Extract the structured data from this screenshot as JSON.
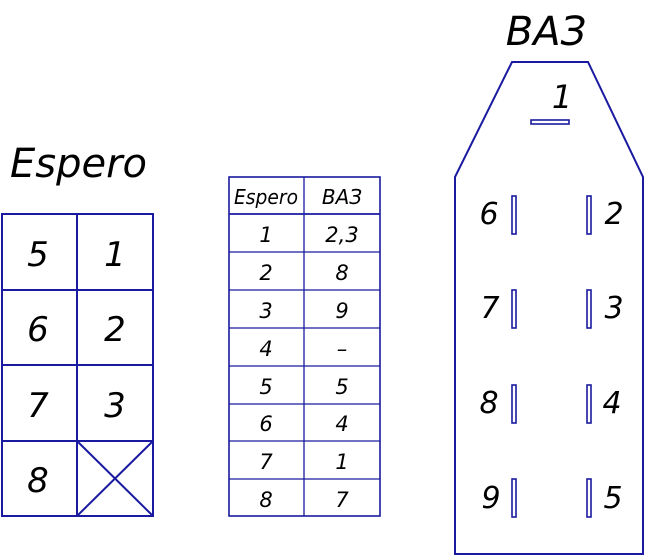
{
  "espero_connector": {
    "title": "Espero",
    "cells": [
      {
        "left": "5",
        "right": "1"
      },
      {
        "left": "6",
        "right": "2"
      },
      {
        "left": "7",
        "right": "3"
      },
      {
        "left": "8",
        "right": ""
      }
    ]
  },
  "mapping_table": {
    "headers": [
      "Espero",
      "ВАЗ"
    ],
    "rows": [
      [
        "1",
        "2,3"
      ],
      [
        "2",
        "8"
      ],
      [
        "3",
        "9"
      ],
      [
        "4",
        "–"
      ],
      [
        "5",
        "5"
      ],
      [
        "6",
        "4"
      ],
      [
        "7",
        "1"
      ],
      [
        "8",
        "7"
      ]
    ]
  },
  "vaz_connector": {
    "title": "ВАЗ",
    "pin_top": "1",
    "left_pins": [
      "6",
      "7",
      "8",
      "9"
    ],
    "right_pins": [
      "2",
      "3",
      "4",
      "5"
    ]
  }
}
